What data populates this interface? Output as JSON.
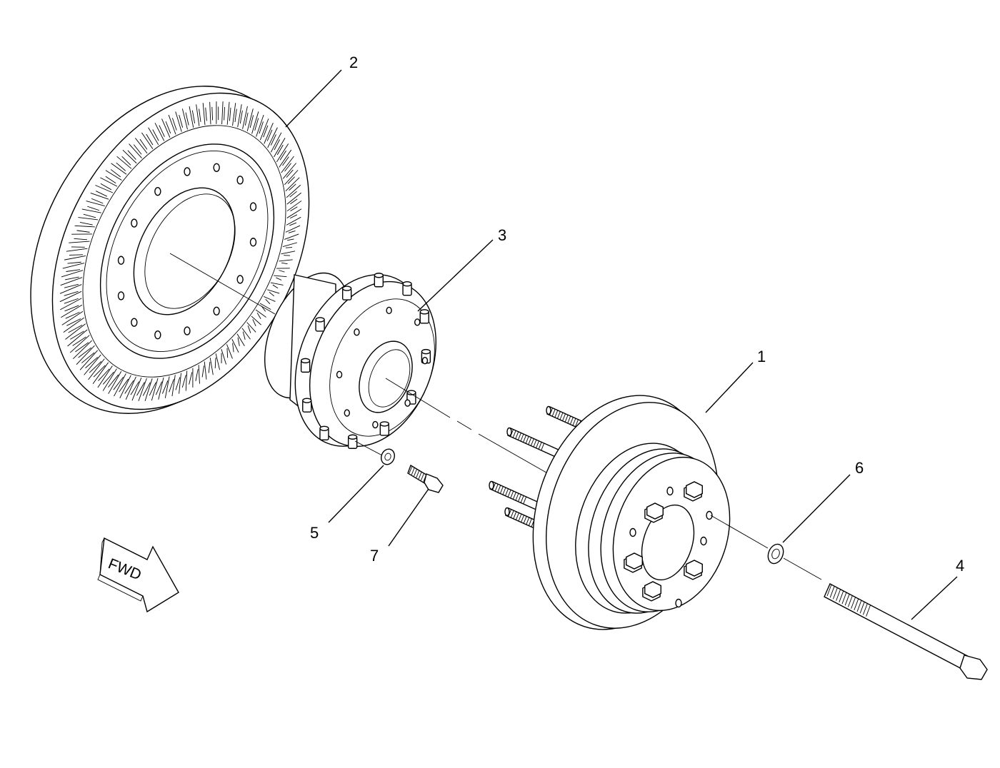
{
  "diagram": {
    "type": "exploded parts diagram",
    "callouts": [
      {
        "id": "1",
        "label": "1",
        "part": "brake-disc-hub"
      },
      {
        "id": "2",
        "label": "2",
        "part": "bevel-ring-gear"
      },
      {
        "id": "3",
        "label": "3",
        "part": "pinion-flange-assembly"
      },
      {
        "id": "4",
        "label": "4",
        "part": "long-bolt"
      },
      {
        "id": "5",
        "label": "5",
        "part": "washer-small"
      },
      {
        "id": "6",
        "label": "6",
        "part": "washer-large"
      },
      {
        "id": "7",
        "label": "7",
        "part": "short-bolt"
      }
    ],
    "direction_indicator": {
      "label": "FWD",
      "icon": "arrow-right-icon"
    },
    "colors": {
      "line": "#000000",
      "background": "#ffffff"
    }
  }
}
